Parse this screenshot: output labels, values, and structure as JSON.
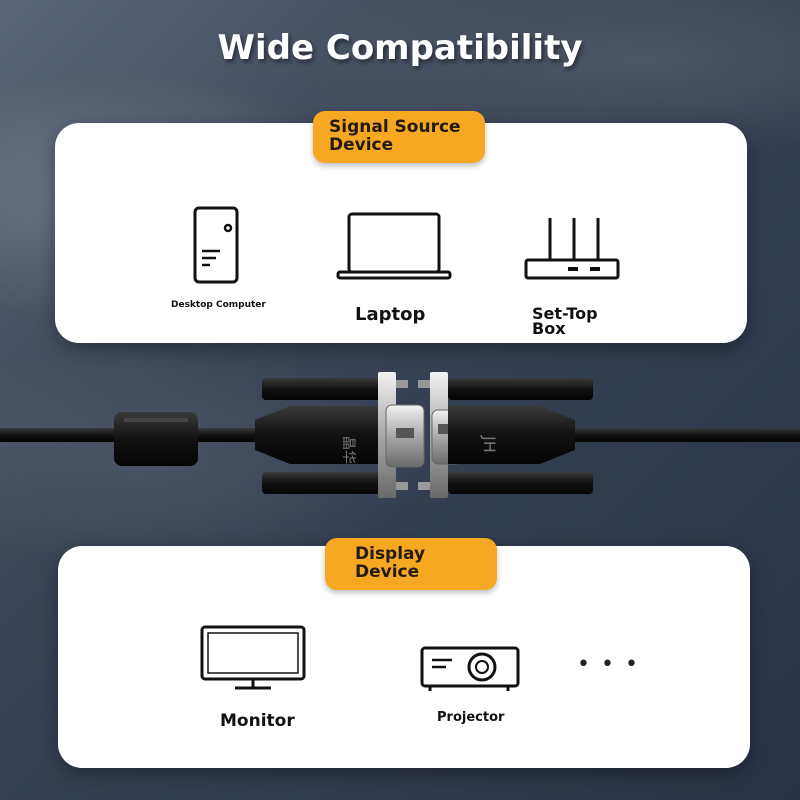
{
  "title": "Wide Compatibility",
  "source": {
    "tag": "Signal Source\n Device",
    "items": [
      {
        "label": "Desktop Computer",
        "icon": "desktop-computer-icon"
      },
      {
        "label": "Laptop",
        "icon": "laptop-icon"
      },
      {
        "label": "Set-Top\n Box",
        "icon": "router-icon"
      }
    ]
  },
  "display": {
    "tag": "Display\nDevice",
    "items": [
      {
        "label": "Monitor",
        "icon": "monitor-icon"
      },
      {
        "label": "Projector",
        "icon": "projector-icon"
      }
    ],
    "more": "• • •"
  },
  "cable": {
    "left_mark": "晶华",
    "right_mark": "JH"
  },
  "colors": {
    "accent": "#f7a823",
    "card": "#ffffff",
    "background": "#3c4658"
  }
}
